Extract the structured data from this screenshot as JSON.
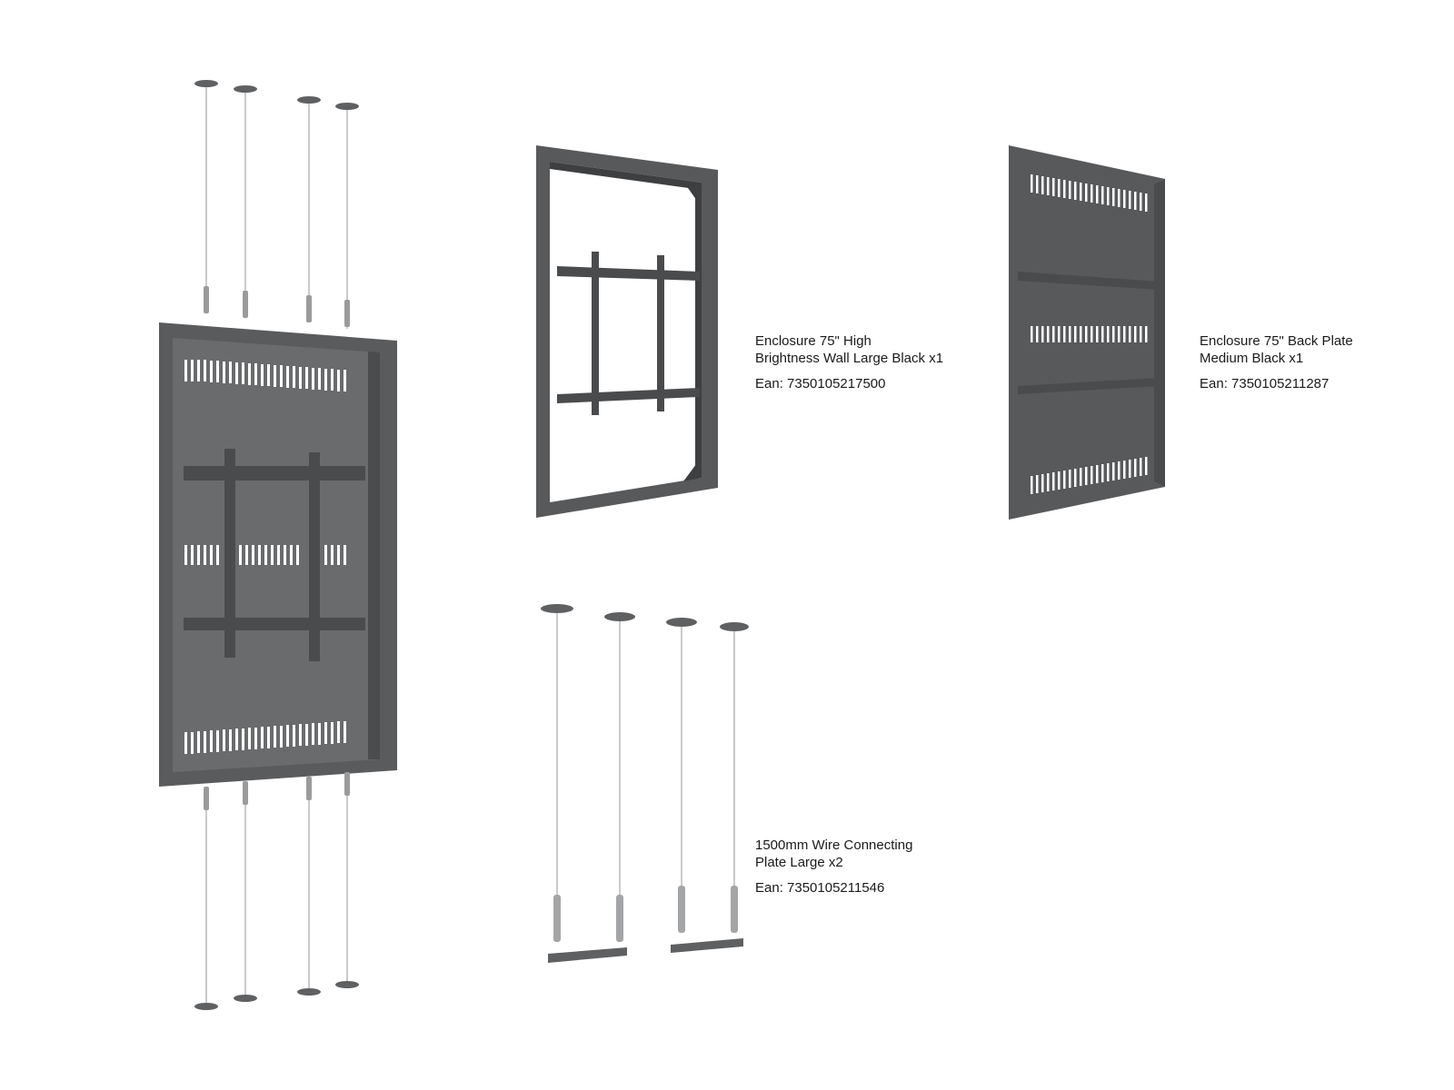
{
  "products": [
    {
      "name_line1": "Enclosure 75\" High",
      "name_line2": "Brightness Wall Large Black x1",
      "ean": "Ean: 7350105217500"
    },
    {
      "name_line1": "Enclosure 75\" Back Plate",
      "name_line2": "Medium Black x1",
      "ean": "Ean:  7350105211287"
    },
    {
      "name_line1": "1500mm Wire Connecting",
      "name_line2": "Plate Large x2",
      "ean": "Ean: 7350105211546"
    }
  ],
  "colors": {
    "metal_dark": "#58595b",
    "metal_mid": "#6b6c6e",
    "wire": "#b8b9bb",
    "background": "#ffffff"
  }
}
